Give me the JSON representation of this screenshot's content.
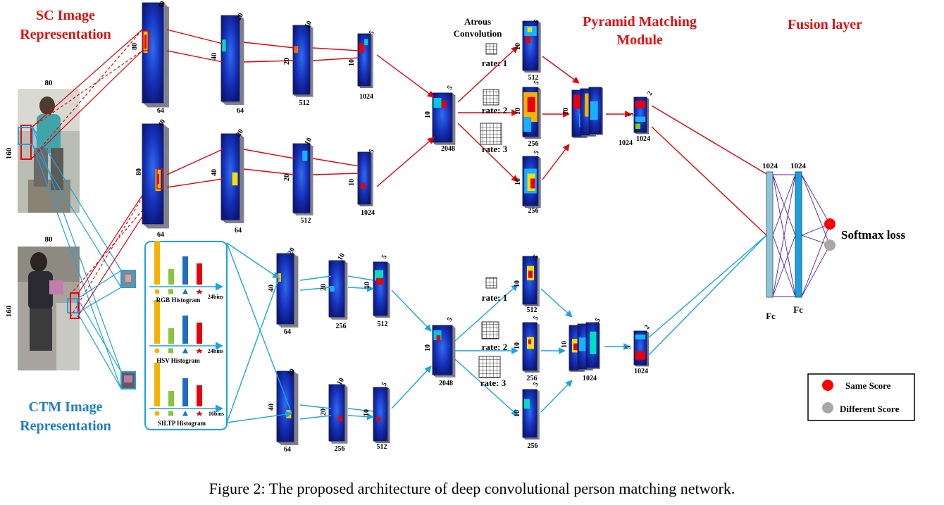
{
  "colors": {
    "red": "#e8000b",
    "blue": "#1aa3e6",
    "title_red": "#e01010",
    "title_blue": "#1f7fc6",
    "map_dark": "#101c8c",
    "map_mid": "#1a3fd0",
    "slab_side": "#8f8f9a",
    "fc_left": "#8fc3d6",
    "fc_right": "#1aa0e0",
    "same_score": "#ff0000",
    "different_score": "#a8a8a8"
  },
  "titles": {
    "sc_line1": "SC Image",
    "sc_line2": "Representation",
    "ctm_line1": "CTM Image",
    "ctm_line2": "Representation",
    "pyramid_line1": "Pyramid Matching",
    "pyramid_line2": "Module",
    "fusion": "Fusion layer",
    "atrous_line1": "Atrous",
    "atrous_line2": "Convolution",
    "softmax": "Softmax loss"
  },
  "input_images": {
    "sc_width": "80",
    "sc_height": "160",
    "ctm_width": "80",
    "ctm_height": "160"
  },
  "sc_branch_top": {
    "conv1": {
      "width": "40",
      "height": "80",
      "depth": "64"
    },
    "conv2": {
      "width": "20",
      "height": "40",
      "depth": "64"
    },
    "conv3": {
      "width": "10",
      "height": "20",
      "depth": "512"
    },
    "conv4": {
      "width": "5",
      "height": "10",
      "depth": "1024"
    }
  },
  "sc_branch_bottom": {
    "conv1": {
      "width": "40",
      "height": "80",
      "depth": "64"
    },
    "conv2": {
      "width": "20",
      "height": "40",
      "depth": "64"
    },
    "conv3": {
      "width": "10",
      "height": "20",
      "depth": "512"
    },
    "conv4": {
      "width": "5",
      "height": "10",
      "depth": "1024"
    }
  },
  "sc_merge": {
    "width": "5",
    "height": "10",
    "depth": "2048"
  },
  "sc_atrous": [
    {
      "rate": "rate: 1",
      "width": "5",
      "height": "10",
      "depth": "512"
    },
    {
      "rate": "rate: 2",
      "width": "5",
      "height": "10",
      "depth": "256"
    },
    {
      "rate": "rate: 3",
      "width": "5",
      "height": "10",
      "depth": "256"
    }
  ],
  "sc_concat": {
    "height": "10"
  },
  "sc_output": {
    "width": "2",
    "height": "5",
    "depth": "1024"
  },
  "histograms": {
    "rgb": "RGB Histogram",
    "rgb_bins": "24bins",
    "hsv": "HSV Histogram",
    "hsv_bins": "24bins",
    "siltp": "SILTP Histogram",
    "siltp_bins": "16bins"
  },
  "ctm_branch_top": {
    "conv1": {
      "width": "20",
      "height": "40",
      "depth": "64"
    },
    "conv2": {
      "width": "10",
      "height": "20",
      "depth": "256"
    },
    "conv3": {
      "width": "5",
      "height": "10",
      "depth": "512"
    }
  },
  "ctm_branch_bottom": {
    "conv1": {
      "width": "20",
      "height": "40",
      "depth": "64"
    },
    "conv2": {
      "width": "10",
      "height": "20",
      "depth": "256"
    },
    "conv3": {
      "width": "5",
      "height": "10",
      "depth": "512"
    }
  },
  "ctm_merge": {
    "width": "5",
    "height": "10",
    "depth": "2048"
  },
  "ctm_atrous": [
    {
      "rate": "rate: 1",
      "width": "5",
      "height": "10",
      "depth": "512"
    },
    {
      "rate": "rate: 2",
      "width": "5",
      "height": "10",
      "depth": "256"
    },
    {
      "rate": "rate: 3",
      "width": "5",
      "height": "10",
      "depth": "256"
    }
  ],
  "ctm_concat": {
    "width": "5",
    "height": "10",
    "depth": "1024"
  },
  "ctm_output": {
    "width": "2",
    "height": "5",
    "depth": "1024"
  },
  "fusion": {
    "fc1_size": "1024",
    "fc2_size": "1024",
    "fc1_label": "Fc",
    "fc2_label": "Fc"
  },
  "legend": {
    "same": "Same Score",
    "different": "Different Score"
  },
  "caption": "Figure 2: The proposed architecture of deep convolutional person matching network."
}
